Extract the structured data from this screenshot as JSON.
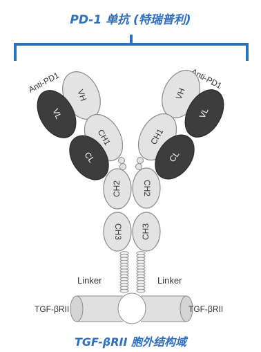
{
  "header": {
    "title": "PD-1 单抗 (特瑞普利)"
  },
  "footer": {
    "caption": "TGF-βRII 胞外结构域"
  },
  "labels": {
    "anti_pd1": "Anti-PD1",
    "linker": "Linker",
    "tgf_receptor": "TGF-βRII"
  },
  "domains": {
    "vh": "VH",
    "vl": "VL",
    "ch1": "CH1",
    "cl": "CL",
    "ch2": "CH2",
    "ch3": "CH3"
  },
  "colors": {
    "accent": "#2f6fc0",
    "light_domain": "#e3e3e3",
    "dark_domain": "#3d3d3d",
    "outline": "#8a8a8a"
  }
}
